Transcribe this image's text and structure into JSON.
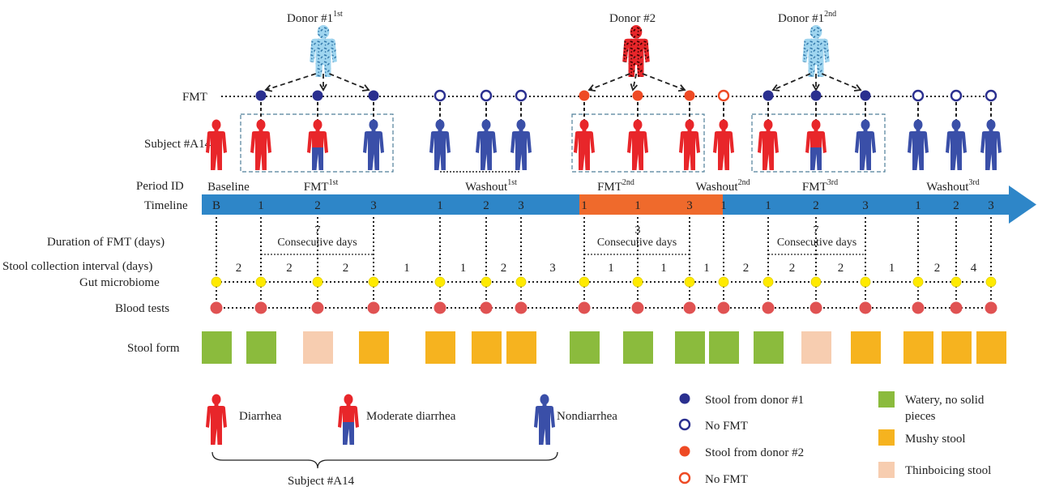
{
  "donors": {
    "donor1_first": {
      "base": "Donor #1",
      "sup": "1st"
    },
    "donor2": {
      "label": "Donor #2"
    },
    "donor1_second": {
      "base": "Donor #1",
      "sup": "2nd"
    }
  },
  "rows": {
    "fmt": "FMT",
    "subject": "Subject #A14",
    "period_id": "Period ID",
    "timeline": "Timeline",
    "duration": "Duration of FMT (days)",
    "interval": "Stool collection interval (days)",
    "microbiome": "Gut microbiome",
    "blood": "Blood tests",
    "stool_form": "Stool form"
  },
  "periods": [
    {
      "base": "Baseline",
      "sup": ""
    },
    {
      "base": "FMT",
      "sup": "1st"
    },
    {
      "base": "Washout",
      "sup": "1st"
    },
    {
      "base": "FMT",
      "sup": "2nd"
    },
    {
      "base": "Washout",
      "sup": "2nd"
    },
    {
      "base": "FMT",
      "sup": "3rd"
    },
    {
      "base": "Washout",
      "sup": "3rd"
    }
  ],
  "timeline_labels": [
    "B",
    "1",
    "2",
    "3",
    "1",
    "2",
    "3",
    "1",
    "1",
    "3",
    "1",
    "1",
    "2",
    "3",
    "1",
    "2",
    "3"
  ],
  "fmt_markers": [
    "donor1",
    "donor1",
    "donor1",
    "none",
    "none",
    "none",
    "donor2",
    "donor2",
    "donor2",
    "none2",
    "donor1",
    "donor1",
    "donor1",
    "none",
    "none",
    "none"
  ],
  "subject_states": [
    "diarrhea",
    "diarrhea",
    "moderate",
    "nondiarrhea",
    "nondiarrhea",
    "nondiarrhea",
    "nondiarrhea",
    "diarrhea",
    "diarrhea",
    "diarrhea",
    "diarrhea",
    "diarrhea",
    "moderate",
    "nondiarrhea",
    "nondiarrhea",
    "nondiarrhea",
    "nondiarrhea"
  ],
  "durations": [
    {
      "days": "7",
      "text": "Consecutive days"
    },
    {
      "days": "3",
      "text": "Consecutive days"
    },
    {
      "days": "7",
      "text": "Consecutive days"
    }
  ],
  "intervals": [
    "2",
    "2",
    "2",
    "1",
    "1",
    "2",
    "3",
    "1",
    "1",
    "1",
    "2",
    "2",
    "2",
    "1",
    "2",
    "4"
  ],
  "stool_forms": [
    "watery",
    "watery",
    "thin",
    "mushy",
    "mushy",
    "mushy",
    "mushy",
    "watery",
    "watery",
    "watery",
    "watery",
    "watery",
    "thin",
    "mushy",
    "mushy",
    "mushy",
    "mushy"
  ],
  "legend": {
    "subject_label": "Subject #A14",
    "diarrhea": "Diarrhea",
    "moderate": "Moderate diarrhea",
    "nondiarrhea": "Nondiarrhea",
    "donor1_stool": "Stool from donor #1",
    "no_fmt_1": "No FMT",
    "donor2_stool": "Stool from donor #2",
    "no_fmt_2": "No FMT",
    "watery_line1": "Watery, no solid",
    "watery_line2": "pieces",
    "mushy": "Mushy stool",
    "thin": "Thinboicing stool"
  },
  "colors": {
    "red": "#e8262a",
    "blue": "#3a4fa8",
    "navy": "#2a2f8f",
    "orange_red": "#ee4a24",
    "timeline_blue": "#2e86c8",
    "timeline_orange": "#ef6a2c",
    "watery": "#8bbb3d",
    "mushy": "#f6b31f",
    "thin": "#f7cdb0",
    "yellow": "#ffea00",
    "blood": "#e05252",
    "donor1": "#9fd5ef",
    "dashed_box": "#4f7f99"
  }
}
